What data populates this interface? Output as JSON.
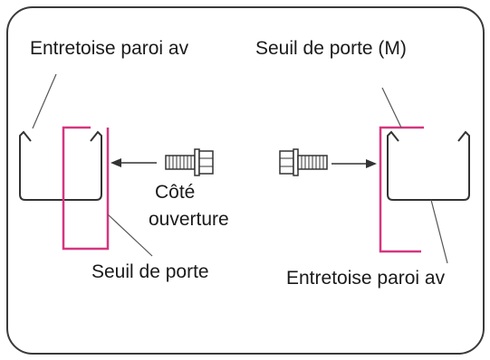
{
  "labels": {
    "top_left": "Entretoise paroi av",
    "top_right": "Seuil de porte (M)",
    "opening_side_line1": "Côté",
    "opening_side_line2": "ouverture",
    "bottom_left": "Seuil de porte",
    "bottom_right": "Entretoise paroi av"
  },
  "colors": {
    "frame": "#3a3a3a",
    "outline": "#333333",
    "threshold": "#d6357f",
    "leader": "#555555"
  }
}
